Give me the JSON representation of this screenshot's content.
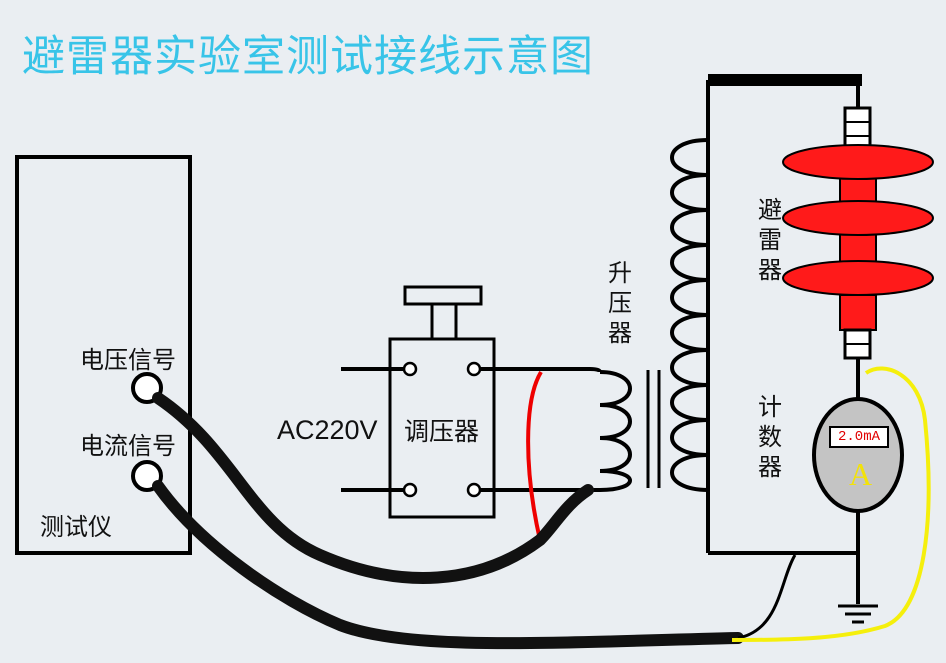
{
  "title": "避雷器实验室测试接线示意图",
  "tester": {
    "voltage_signal": "电压信号",
    "current_signal": "电流信号",
    "name": "测试仪"
  },
  "source": {
    "label": "AC220V"
  },
  "regulator": {
    "label": "调压器"
  },
  "transformer": {
    "label": "升压器"
  },
  "arrester": {
    "label": "避雷器"
  },
  "counter": {
    "label": "计数器",
    "reading": "2.0mA",
    "unit": "A"
  },
  "colors": {
    "title": "#38c4e8",
    "insulator": "#ff1a1a",
    "signal_wire": "#f5ef0c",
    "reading": "#e00000",
    "background": "#eaeef2"
  }
}
